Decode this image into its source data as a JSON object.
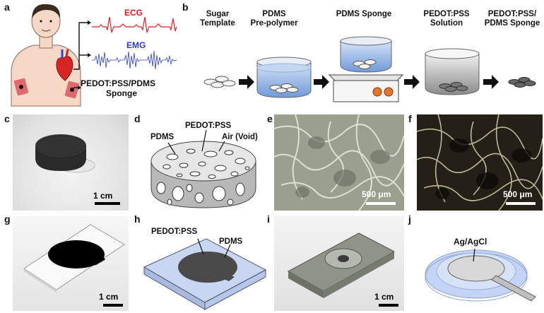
{
  "panels": {
    "a": "a",
    "b": "b",
    "c": "c",
    "d": "d",
    "e": "e",
    "f": "f",
    "g": "g",
    "h": "h",
    "i": "i",
    "j": "j"
  },
  "panel_a": {
    "ecg_label": "ECG",
    "emg_label": "EMG",
    "sponge_label_line1": "PEDOT:PSS/PDMS",
    "sponge_label_line2": "Sponge"
  },
  "panel_b": {
    "steps": [
      {
        "line1": "Sugar",
        "line2": "Template"
      },
      {
        "line1": "PDMS",
        "line2": "Pre-polymer"
      },
      {
        "line1": "PDMS Sponge",
        "line2": ""
      },
      {
        "line1": "PEDOT:PSS",
        "line2": "Solution"
      },
      {
        "line1": "PEDOT:PSS/",
        "line2": "PDMS Sponge"
      }
    ]
  },
  "panel_c": {
    "scale": "1 cm"
  },
  "panel_d": {
    "pdms": "PDMS",
    "pedot": "PEDOT:PSS",
    "air": "Air (Void)"
  },
  "panel_e": {
    "scale": "500 μm"
  },
  "panel_f": {
    "scale": "500 μm"
  },
  "panel_g": {
    "scale": "1 cm"
  },
  "panel_h": {
    "pedot": "PEDOT:PSS",
    "pdms": "PDMS"
  },
  "panel_i": {
    "scale": "1 cm"
  },
  "panel_j": {
    "agcl": "Ag/AgCl"
  },
  "colors": {
    "ecg": "#e0201c",
    "emg": "#2a3bd6",
    "pdms_blue": "#a9c4ec",
    "heater_dot": "#e8732a"
  }
}
